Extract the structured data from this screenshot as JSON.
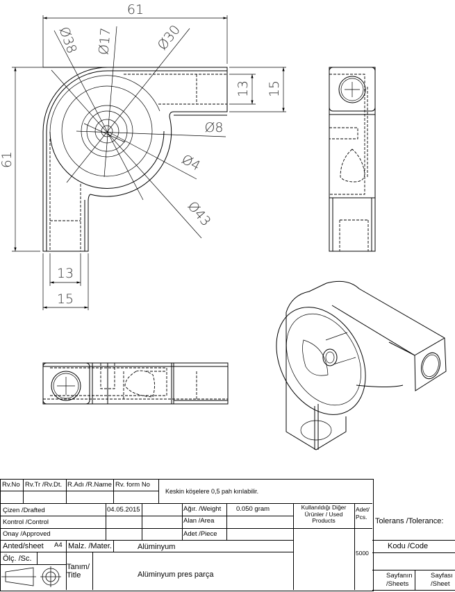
{
  "drawing": {
    "dimensions": {
      "width_top": "61",
      "height_left": "61",
      "dia_38": "Ø38",
      "dia_17": "Ø17",
      "dia_30": "Ø30",
      "dia_8": "Ø8",
      "dia_4": "Ø4",
      "dia_43": "Ø43",
      "arm_inner": "13",
      "arm_outer": "15",
      "leg_inner": "13",
      "leg_outer": "15"
    }
  },
  "title_block": {
    "revision_headers": [
      "Rv.No",
      "Rv.Tr /Rv.Dt.",
      "R.Adı /R.Name",
      "Rv. form No"
    ],
    "note": "Keskin köşelere 0,5 pah kırılabilir.",
    "drafted_label": "Çizen /Drafted",
    "control_label": "Kontrol /Control",
    "approved_label": "Onay /Approved",
    "date": "04.05.2015",
    "weight_label": "Ağır. /Weight",
    "weight_value": "0.050 gram",
    "area_label": "Alan /Area",
    "piece_label": "Adet /Piece",
    "used_products_label": "Kullanıldığı Diğer Ürünler / Used Products",
    "pcs_label": "Adet/ Pcs.",
    "pcs_value": "5000",
    "tolerance_label": "Tolerans /Tolerance:",
    "sheet_size_label": "Anted/sheet",
    "sheet_size": "A4",
    "material_label": "Malz. /Mater.",
    "material_value": "Alüminyum",
    "scale_label": "Ölç. /Sc.",
    "title_label": "Tanım/ Title",
    "title_value": "Alüminyum pres parça",
    "code_label": "Kodu /Code",
    "sheets_label": "Sayfanın /Sheets",
    "sheet_label": "Sayfası /Sheet"
  }
}
